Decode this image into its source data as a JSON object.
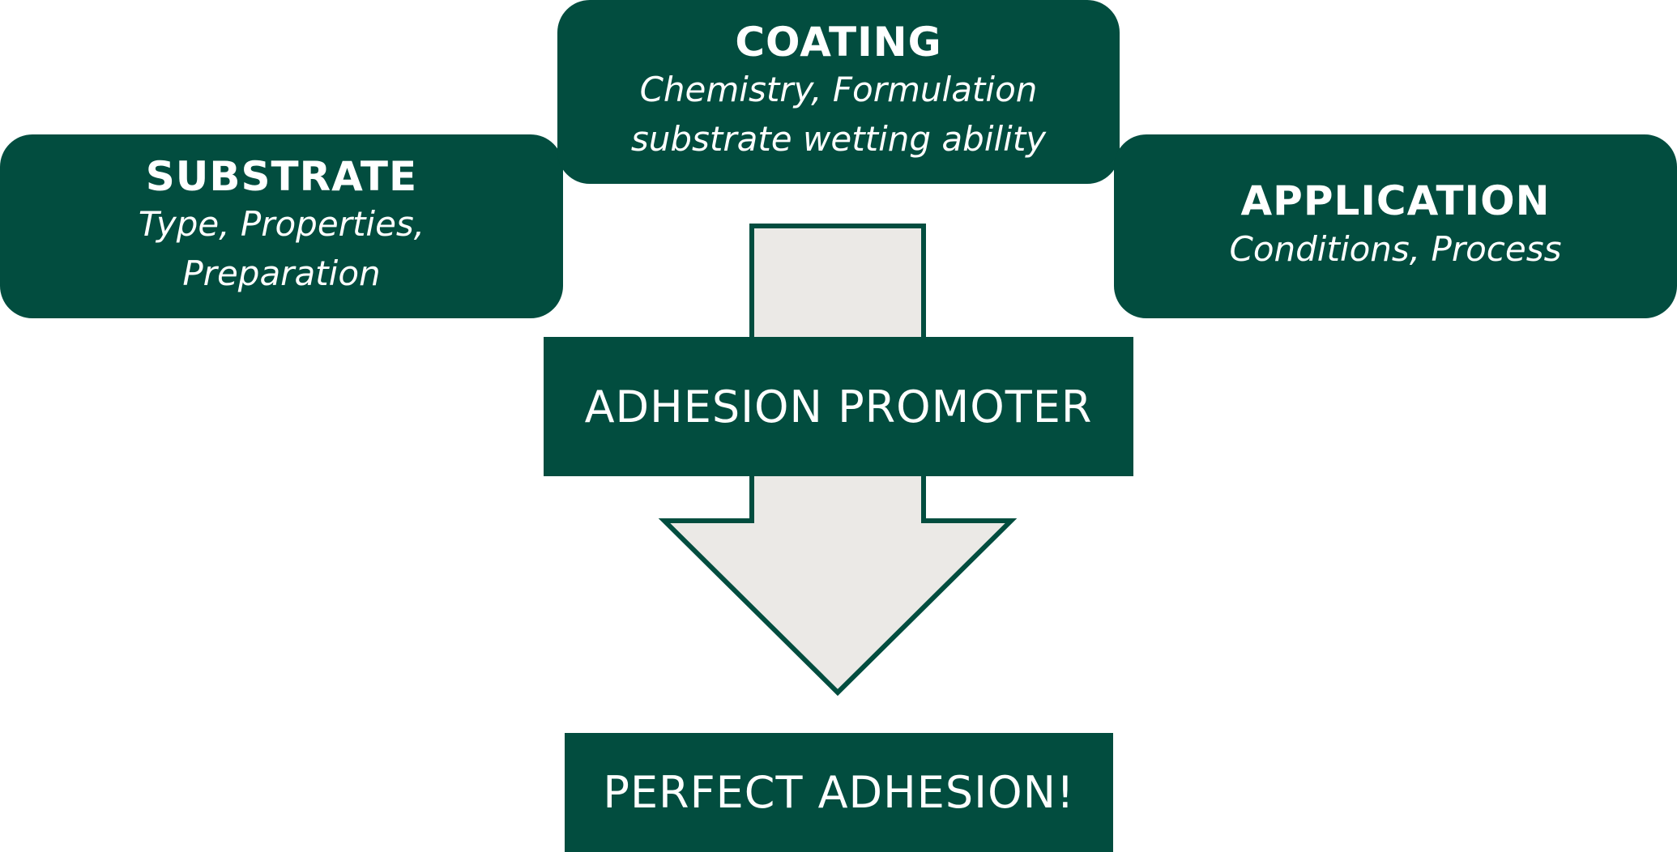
{
  "colors": {
    "primary": "#024d3f",
    "arrow_fill": "#ebe9e6",
    "text": "#ffffff"
  },
  "substrate": {
    "title": "SUBSTRATE",
    "line1": "Type, Properties,",
    "line2": "Preparation"
  },
  "coating": {
    "title": "COATING",
    "line1": "Chemistry, Formulation",
    "line2": "substrate wetting ability"
  },
  "application": {
    "title": "APPLICATION",
    "line1": "Conditions, Process"
  },
  "promoter": {
    "label": "ADHESION PROMOTER"
  },
  "result": {
    "label": "PERFECT ADHESION!"
  }
}
